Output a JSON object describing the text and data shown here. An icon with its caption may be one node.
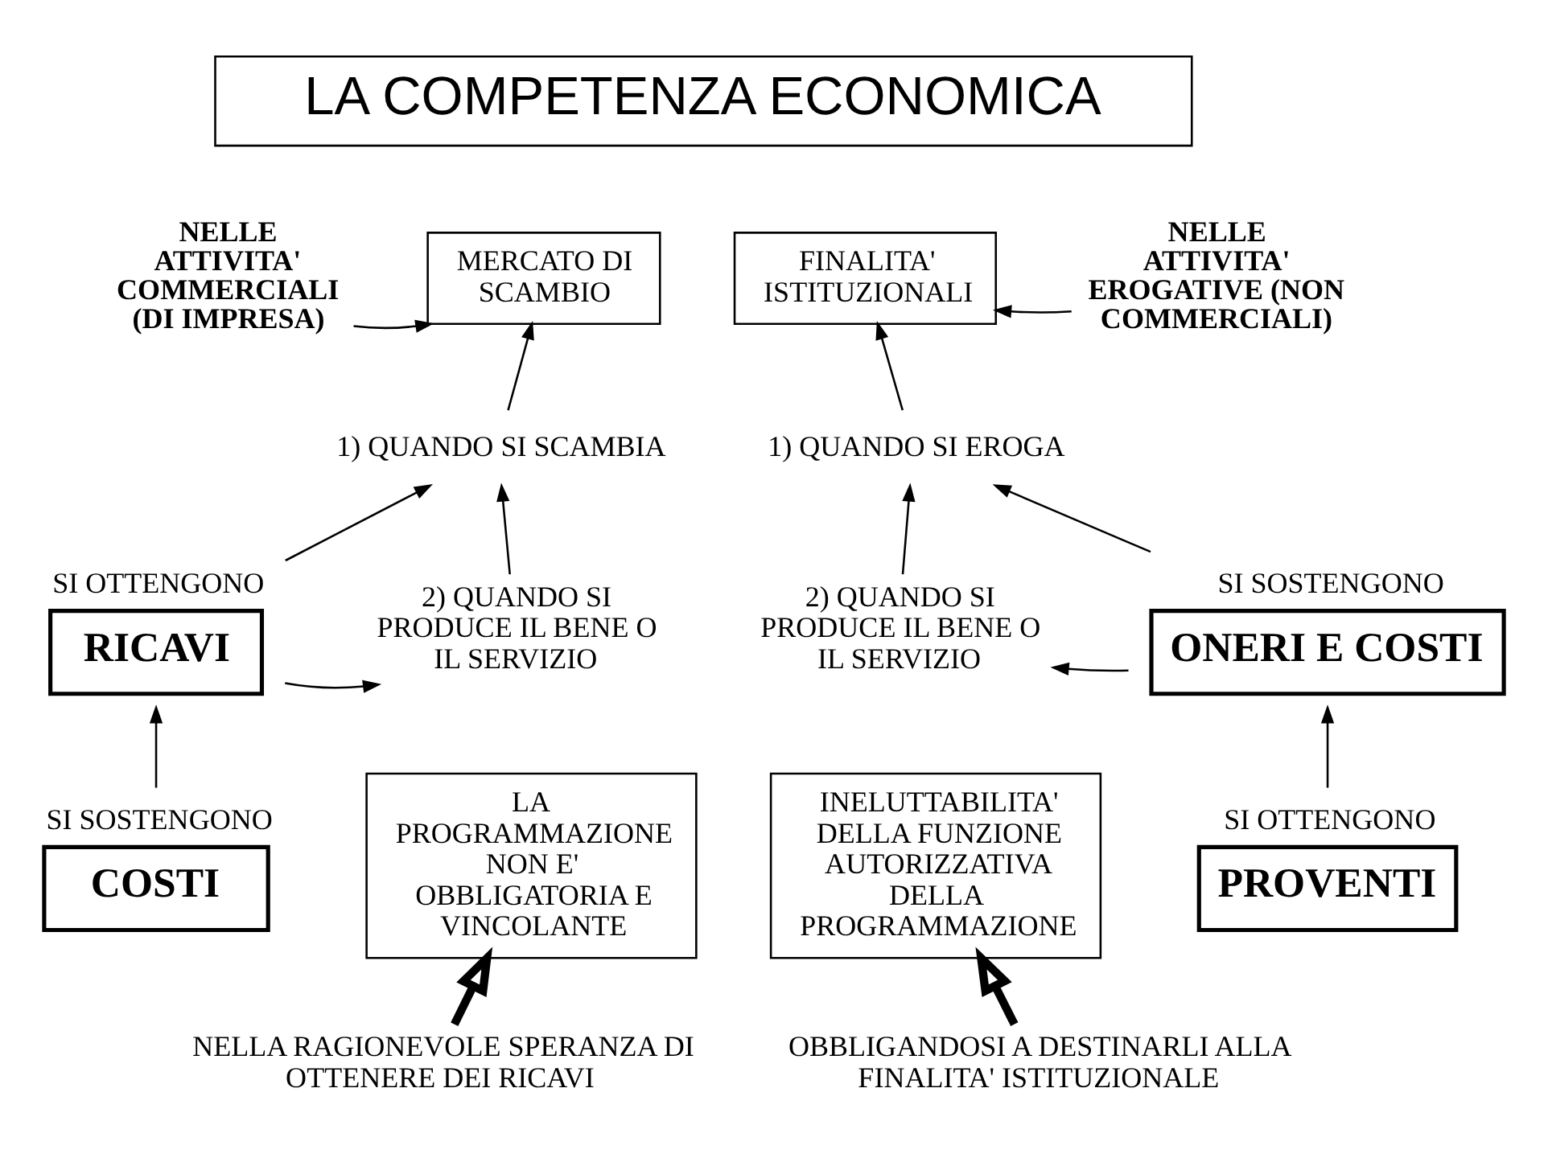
{
  "diagram": {
    "nodes": [
      {
        "text": [
          "LA COMPETENZA ECONOMICA"
        ]
      },
      {
        "text": [
          "NELLE ATTIVITA' COMMERCIALI (DI IMPRESA)"
        ]
      },
      {
        "text": [
          "MERCATO DI SCAMBIO"
        ]
      },
      {
        "text": [
          "FINALITA' ISTITUZIONALI"
        ]
      },
      {
        "text": [
          "NELLE ATTIVITA' EROGATIVE (NON COMMERCIALI)"
        ]
      },
      {
        "text": [
          "RICAVI"
        ],
        "beside": [
          "SI OTTENGONO"
        ]
      },
      {
        "text": [
          "1) QUANDO SI SCAMBIA"
        ]
      },
      {
        "text": [
          "2) QUANDO SI PRODUCE IL BENE O IL SERVIZIO"
        ]
      },
      {
        "text": [
          "1) QUANDO SI EROGA"
        ]
      },
      {
        "text": [
          "2) QUANDO SI PRODUCE IL BENE O IL SERVIZIO"
        ]
      },
      {
        "text": [
          "ONERI E COSTI"
        ],
        "beside": [
          "SI SOSTENGONO"
        ]
      },
      {
        "text": [
          "LA PROGRAMMAZIONE NON E' OBBLIGATORIA E VINCOLANTE"
        ]
      },
      {
        "text": [
          "INELUTTABILITA' DELLA FUNZIONE AUTORIZZATIVA DELLA PROGRAMMAZIONE"
        ]
      },
      {
        "text": [
          "COSTI"
        ],
        "beside": [
          "SI SOSTENGONO"
        ]
      },
      {
        "text": [
          "PROVENTI"
        ],
        "beside": [
          "SI OTTENGONO"
        ]
      },
      {
        "text": [
          "NELLA RAGIONEVOLE SPERANZA DI OTTENERE DEI RICAVI"
        ]
      },
      {
        "text": [
          "OBBLIGANDOSI A DESTINARLI ALLA FINALITA' ISTITUZIONALE"
        ]
      }
    ],
    "edges": [
      {
        "from": 1,
        "to": 2,
        "arrow": "to"
      },
      {
        "from": 4,
        "to": 3,
        "arrow": "to"
      },
      {
        "from": 5,
        "to": 6,
        "arrow": "to"
      },
      {
        "from": 5,
        "to": 7,
        "arrow": "to"
      },
      {
        "from": 7,
        "to": 6,
        "arrow": "to"
      },
      {
        "from": 6,
        "to": 2,
        "arrow": "to"
      },
      {
        "from": 10,
        "to": 8,
        "arrow": "to"
      },
      {
        "from": 10,
        "to": 9,
        "arrow": "to"
      },
      {
        "from": 9,
        "to": 8,
        "arrow": "to"
      },
      {
        "from": 8,
        "to": 3,
        "arrow": "to"
      },
      {
        "from": 13,
        "to": 5,
        "arrow": "to"
      },
      {
        "from": 14,
        "to": 10,
        "arrow": "to"
      },
      {
        "from": 15,
        "to": 11,
        "arrow": "to",
        "style": "thick"
      },
      {
        "from": 16,
        "to": 12,
        "arrow": "to",
        "style": "thick"
      }
    ]
  }
}
